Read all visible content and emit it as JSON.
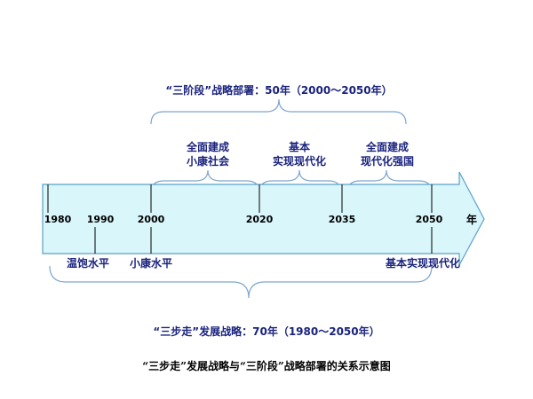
{
  "top_brace_label": "“三阶段”战略部署：50年（2000～2050年）",
  "bottom_brace_label": "“三步走”发展战略：70年（1980～2050年）",
  "caption": "“三步走”发展战略与“三阶段”战略部署的关系示意图",
  "axis_unit": "年",
  "years": [
    "1980",
    "1990",
    "2000",
    "2020",
    "2035",
    "2050"
  ],
  "stages": [
    {
      "line1": "全面建成",
      "line2": "小康社会"
    },
    {
      "line1": "基本",
      "line2": "实现现代化"
    },
    {
      "line1": "全面建成",
      "line2": "现代化强国"
    }
  ],
  "milestones": [
    "温饱水平",
    "小康水平",
    "基本实现现代化"
  ],
  "colors": {
    "arrow_fill": "#d9f6fb",
    "arrow_stroke": "#5aa0c8",
    "label": "#1a237e",
    "brace": "#7da6cf"
  }
}
